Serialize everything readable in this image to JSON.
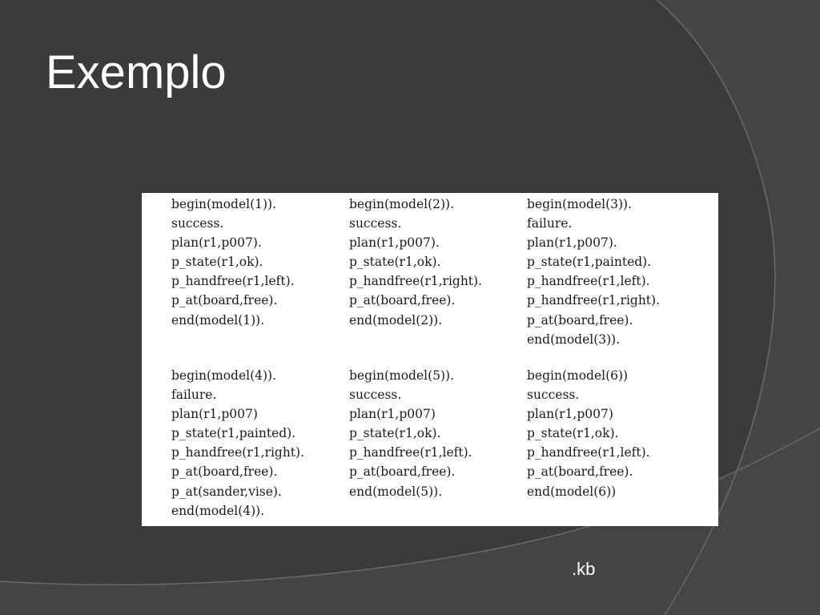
{
  "slide": {
    "title": "Exemplo",
    "footer": ".kb"
  },
  "colors": {
    "background": "#3b3b3b",
    "background_arc": "#454545",
    "title_text": "#ffffff",
    "code_box": "#ffffff",
    "code_text": "#1a1a1a"
  },
  "models": [
    {
      "lines": [
        "begin(model(1)).",
        "success.",
        "plan(r1,p007).",
        "p_state(r1,ok).",
        "p_handfree(r1,left).",
        "p_at(board,free).",
        "end(model(1))."
      ]
    },
    {
      "lines": [
        "begin(model(2)).",
        "success.",
        "plan(r1,p007).",
        "p_state(r1,ok).",
        "p_handfree(r1,right).",
        "p_at(board,free).",
        "end(model(2))."
      ]
    },
    {
      "lines": [
        "begin(model(3)).",
        "failure.",
        "plan(r1,p007).",
        "p_state(r1,painted).",
        "p_handfree(r1,left).",
        "p_handfree(r1,right).",
        "p_at(board,free).",
        "end(model(3))."
      ]
    },
    {
      "lines": [
        "begin(model(4)).",
        "failure.",
        "plan(r1,p007)",
        "p_state(r1,painted).",
        "p_handfree(r1,right).",
        "p_at(board,free).",
        "p_at(sander,vise).",
        "end(model(4))."
      ]
    },
    {
      "lines": [
        "begin(model(5)).",
        "success.",
        "plan(r1,p007)",
        "p_state(r1,ok).",
        "p_handfree(r1,left).",
        "p_at(board,free).",
        "end(model(5))."
      ]
    },
    {
      "lines": [
        "begin(model(6))",
        "success.",
        "plan(r1,p007)",
        "p_state(r1,ok).",
        "p_handfree(r1,left).",
        "p_at(board,free).",
        "end(model(6))"
      ]
    }
  ]
}
